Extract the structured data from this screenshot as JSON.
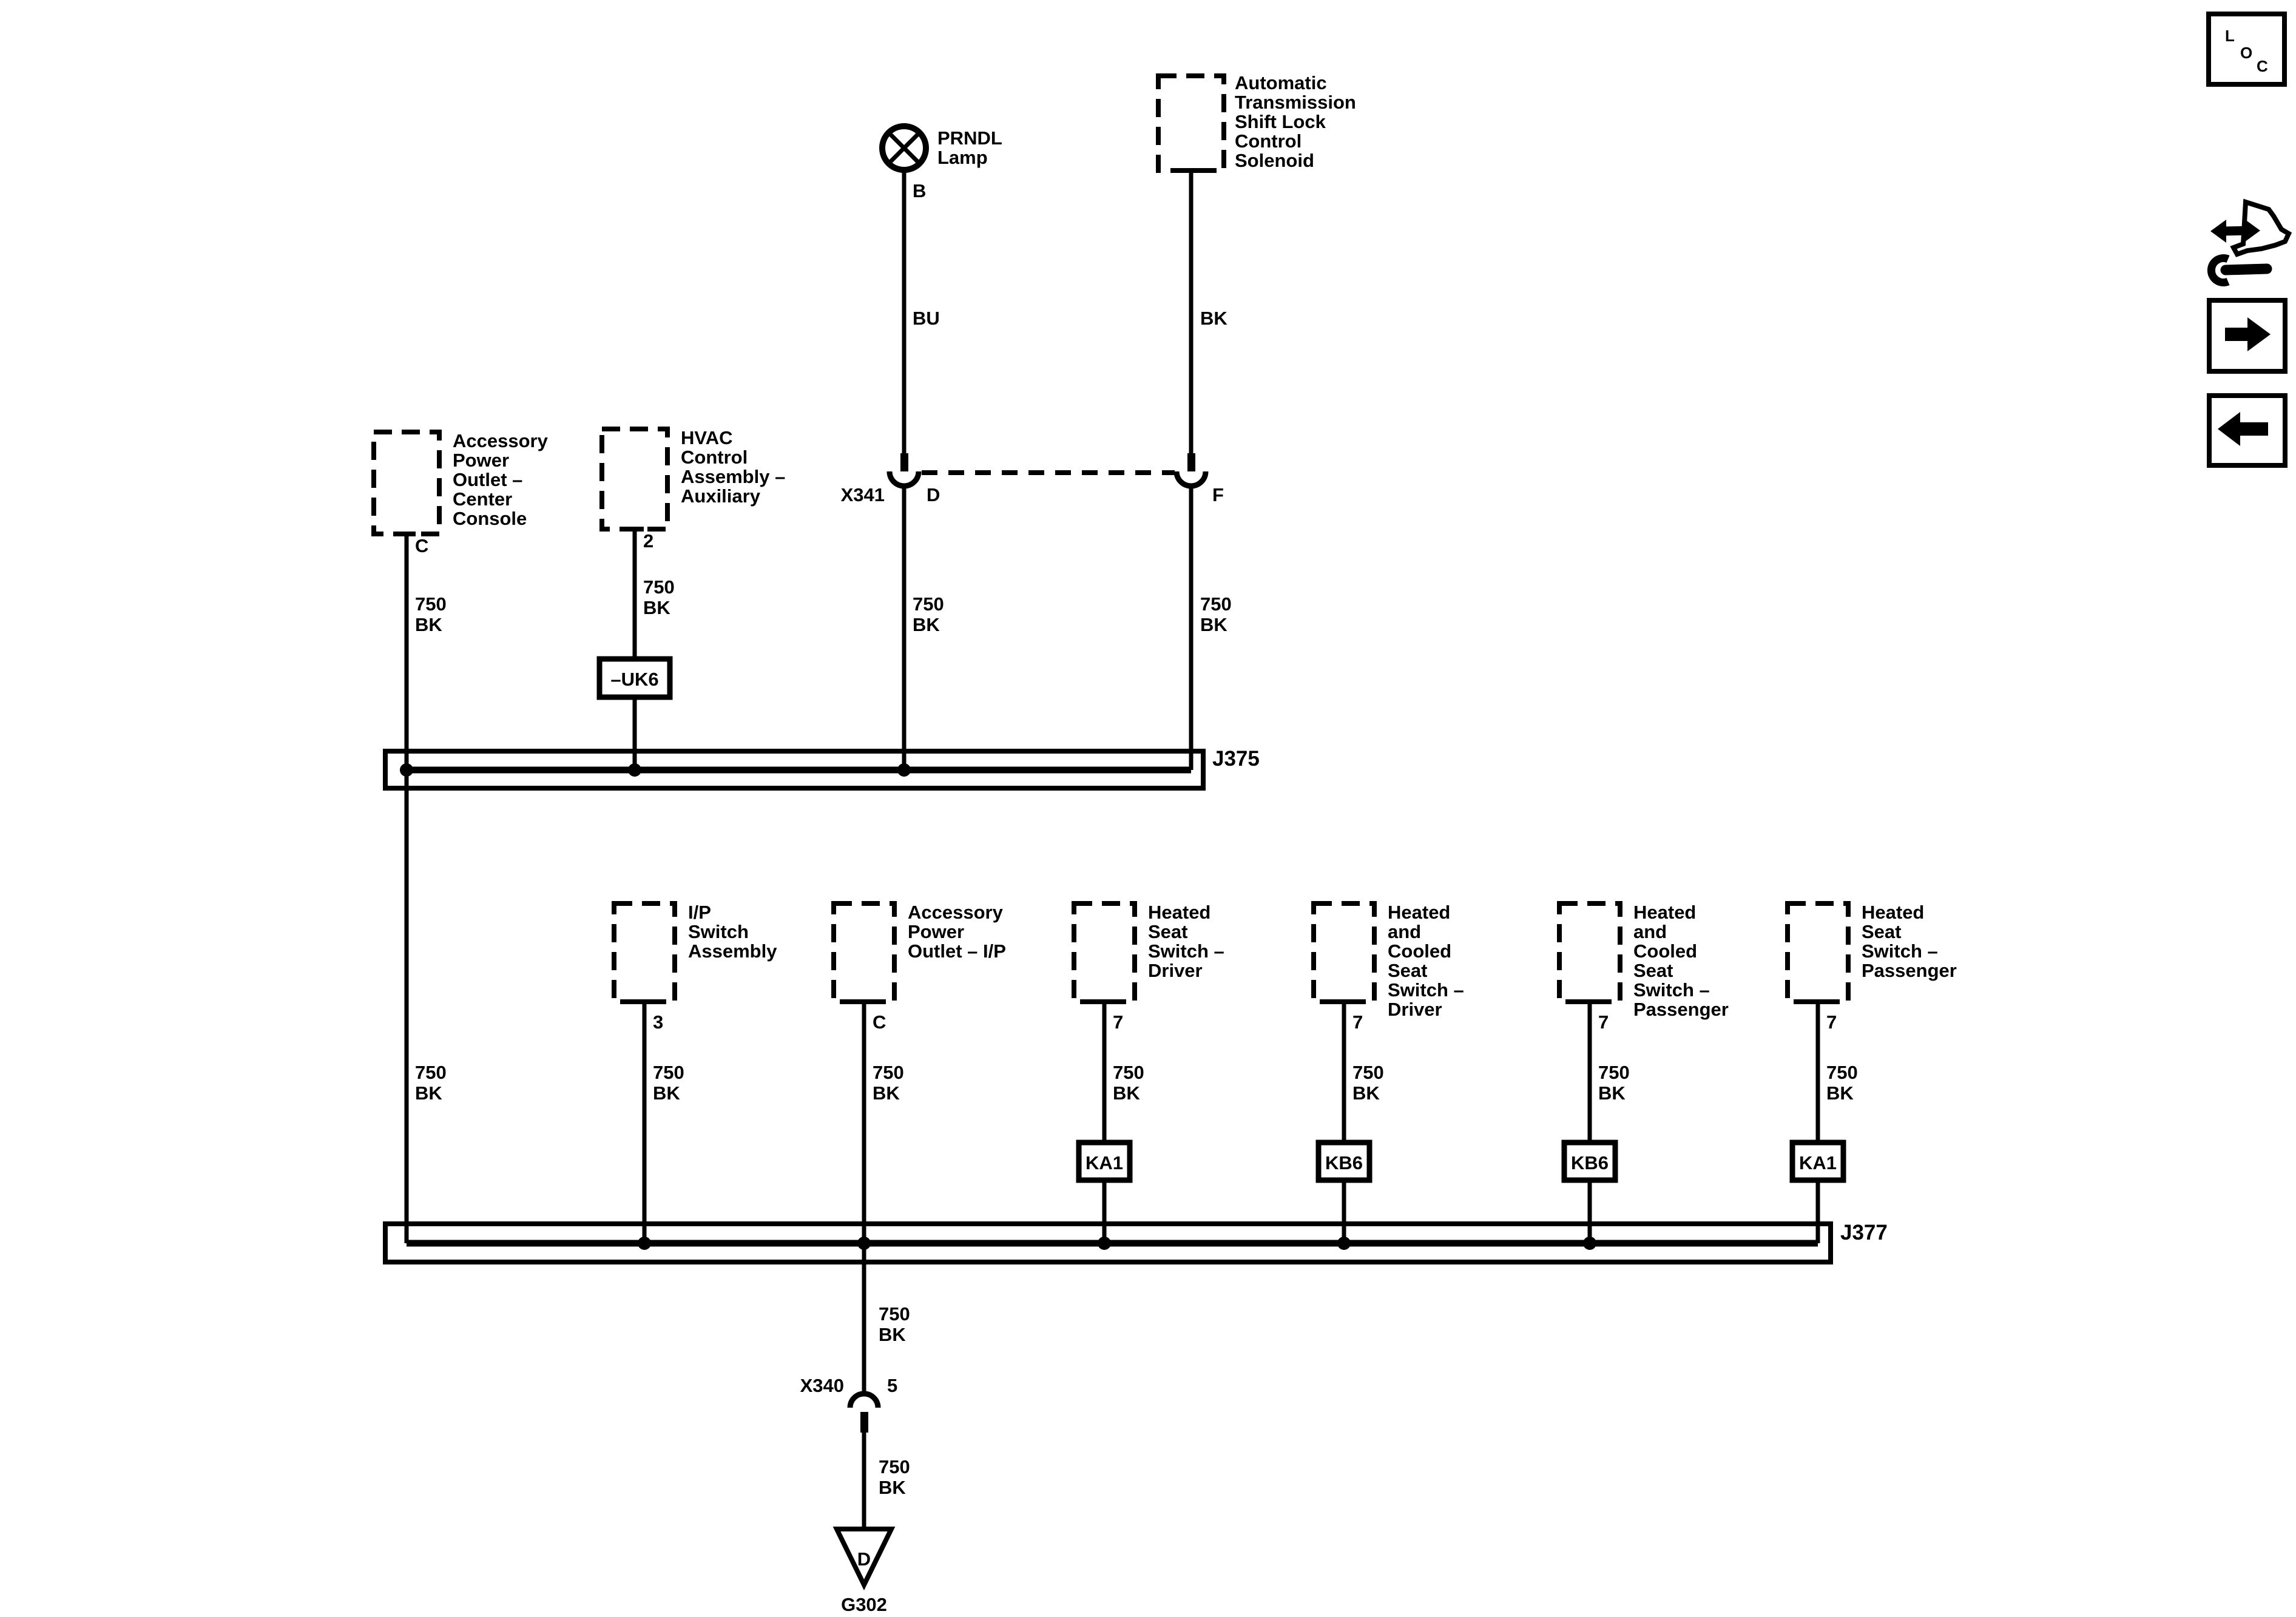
{
  "nav": {
    "loc": {
      "l": "L",
      "o": "O",
      "c": "C"
    }
  },
  "top_row": {
    "apo_center_console": {
      "lines": [
        "Accessory",
        "Power",
        "Outlet –",
        "Center",
        "Console"
      ],
      "pin": "C",
      "wire_size": "750",
      "wire_color": "BK"
    },
    "hvac_aux": {
      "lines": [
        "HVAC",
        "Control",
        "Assembly –",
        "Auxiliary"
      ],
      "pin": "2",
      "wire_size": "750",
      "wire_color": "BK",
      "option_code": "–UK6"
    },
    "prndl_lamp": {
      "lines": [
        "PRNDL",
        "Lamp"
      ],
      "pin": "B",
      "upper_wire_color": "BU",
      "wire_size": "750",
      "wire_color": "BK"
    },
    "shift_lock_solenoid": {
      "lines": [
        "Automatic",
        "Transmission",
        "Shift Lock",
        "Control",
        "Solenoid"
      ],
      "upper_wire_color": "BK",
      "wire_size": "750",
      "wire_color": "BK"
    }
  },
  "connectors": {
    "x341": {
      "label": "X341",
      "pin_left": "D",
      "pin_right": "F"
    },
    "x340": {
      "label": "X340",
      "pin": "5"
    }
  },
  "splices": {
    "j375": "J375",
    "j377": "J377"
  },
  "left_wire": {
    "wire_size": "750",
    "wire_color": "BK"
  },
  "bottom_row": {
    "ip_switch": {
      "lines": [
        "I/P",
        "Switch",
        "Assembly"
      ],
      "pin": "3",
      "wire_size": "750",
      "wire_color": "BK"
    },
    "apo_ip": {
      "lines": [
        "Accessory",
        "Power",
        "Outlet – I/P"
      ],
      "pin": "C",
      "wire_size": "750",
      "wire_color": "BK"
    },
    "heated_seat_driver": {
      "lines": [
        "Heated",
        "Seat",
        "Switch –",
        "Driver"
      ],
      "pin": "7",
      "wire_size": "750",
      "wire_color": "BK",
      "option_code": "KA1"
    },
    "heated_cooled_seat_driver": {
      "lines": [
        "Heated",
        "and",
        "Cooled",
        "Seat",
        "Switch –",
        "Driver"
      ],
      "pin": "7",
      "wire_size": "750",
      "wire_color": "BK",
      "option_code": "KB6"
    },
    "heated_cooled_seat_passenger": {
      "lines": [
        "Heated",
        "and",
        "Cooled",
        "Seat",
        "Switch –",
        "Passenger"
      ],
      "pin": "7",
      "wire_size": "750",
      "wire_color": "BK",
      "option_code": "KB6"
    },
    "heated_seat_passenger": {
      "lines": [
        "Heated",
        "Seat",
        "Switch –",
        "Passenger"
      ],
      "pin": "7",
      "wire_size": "750",
      "wire_color": "BK",
      "option_code": "KA1"
    }
  },
  "ground_run": {
    "upper": {
      "wire_size": "750",
      "wire_color": "BK"
    },
    "lower": {
      "wire_size": "750",
      "wire_color": "BK"
    },
    "ground_pin": "D",
    "ground_label": "G302"
  },
  "colors": {
    "ink": "#000000",
    "paper": "#ffffff"
  }
}
